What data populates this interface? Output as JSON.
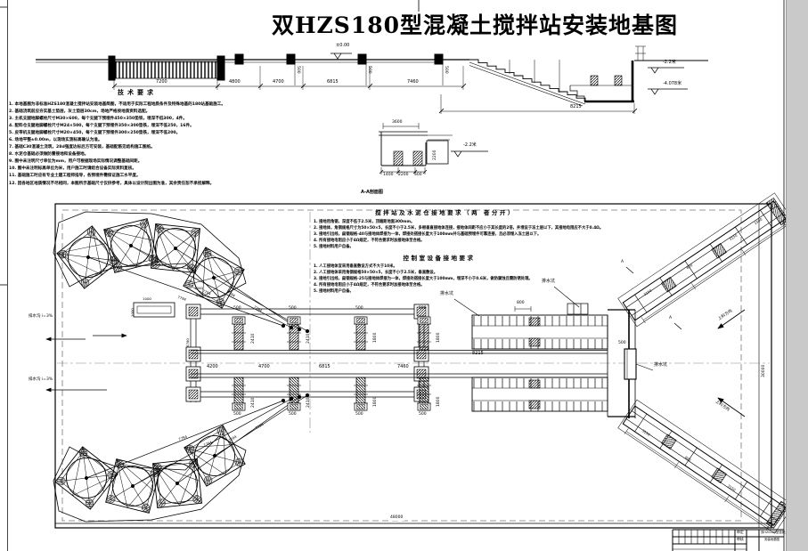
{
  "title": "双HZS180型混凝土搅拌站安装地基图",
  "tech": {
    "heading": "技术要求",
    "lines": [
      "1. 本地基图为非标准HZS180混凝土搅拌站安装地基简图，不适用于实际工程地质条件及特殊地基的180站基础施工。",
      "2. 基础浇筑前应夯实基土垫层，灰土垫层30cm，场地严格按地质资料选配。",
      "3. 主机支腿地脚螺栓尺寸M30×600，每个支腿下预埋件450×350垫铁，埋深不低300，4件。",
      "4. 配料仓支腿地脚螺栓尺寸M24×500，每个支腿下预埋件350×300垫铁，埋深不低250，16件。",
      "5. 皮带机支腿地脚螺栓尺寸M20×450，每个支腿下预埋件300×250垫铁，埋深不低200。",
      "6. 场地平整±0.00m，以现场实测标高确认为准。",
      "7. 基础C30混凝土浇筑，28d强度达标后方可安装，基础配筋见结构施工图纸。",
      "8. 水泥仓基础必须做防雷接地和设备接地。",
      "9. 图中未注明尺寸单位为mm，用户可根据现场实际情况调整基础间距。",
      "10. 图中未注明标高单位为米，用户施工时请结合设备实际资料复核。",
      "11. 基础施工时应有专业土建工程师指导，各预埋件需保证施工水平度。",
      "12. 因各地区地质情况不尽相同，本图所示基础尺寸仅供参考，具体以设计院出图为准，其余责任恕不承担解释。"
    ]
  },
  "ground1": {
    "heading": "搅拌站及水泥仓接地要求（两 者分开）",
    "lines": [
      "1. 接地用角钢，深度不低于2.5米，顶端距地面300mm。",
      "2. 接地体，角钢规格尺寸为50×50×5，长度不小于2.5米，多根垂直接地体连接，接地体间距不应小于其长度的2倍，并埋设于冻土层以下，其接地电阻应不大于0.4Ω。",
      "3. 接地引出线，扁钢规格-40与接地体焊接为一体，焊接处搭接长度大于100mm并与基础预埋件可靠连接，且必须埋入冻土层以下。",
      "4. 所有接地电阻应小于4Ω规定，不符合要求时加接地体至合格。",
      "5. 接地材料用户自备。"
    ]
  },
  "ground2": {
    "heading": "控制室设备接地要求",
    "lines": [
      "1. 人工接地体宜采用垂直敷设方式不大于10米。",
      "2. 人工接地体采用角钢规格50×50×5，长度不小于2.5米，垂直敷设。",
      "3. 接地引出线，扁钢规格-25与接地体焊接为一体，焊接处搭接长度大于100mm，埋深不小于0.6米，做防腐蚀且需防锈处理。",
      "4. 所有接地电阻应小于4Ω规定，不符合要求时加接地体至合格。",
      "5. 接地材料用户自备。"
    ]
  },
  "levels": {
    "zero": "±0.00",
    "m22": "-2.2米",
    "m4078": "-4.078米"
  },
  "section": {
    "label": "A-A剖面图"
  },
  "labels": {
    "drain_pit": "排水坑",
    "feed_dir": "上料方向",
    "left_note": "排水沟 i=3%",
    "mark_a": "A"
  },
  "dims": {
    "d500": "500",
    "d800": "800",
    "d1000": "1000",
    "d1400": "1400",
    "d1500": "1500",
    "d1800": "1800",
    "d2200": "2200",
    "d2410": "2410",
    "d3150": "3150",
    "d3600": "3600",
    "d4200": "4200",
    "d4700": "4700",
    "d4780": "4780",
    "d4800": "4800",
    "d6815": "6815",
    "d7200": "7200",
    "d7460": "7460",
    "d7794": "7794",
    "d8215": "8215",
    "d30000": "30000",
    "d48000": "48000"
  },
  "titleblock": {
    "cell1": "审定",
    "cell2": "审核",
    "name1": "双HZS180型混凝土搅拌站",
    "name2": "安装地基图"
  }
}
